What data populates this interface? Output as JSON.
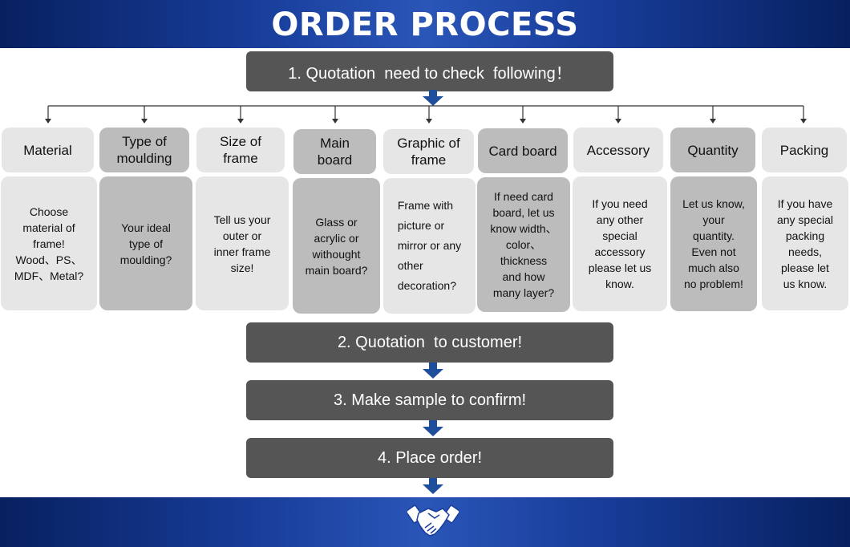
{
  "header": {
    "title": "ORDER PROCESS"
  },
  "steps": [
    "1. Quotation  need to check  following！",
    "2. Quotation  to customer!",
    "3. Make sample to confirm!",
    "4. Place order!"
  ],
  "items": [
    {
      "title": "Material",
      "text": "Choose\nmaterial of\nframe!\nWood、PS、\nMDF、Metal?"
    },
    {
      "title": "Type of\nmoulding",
      "text": "Your ideal\ntype of\nmoulding?"
    },
    {
      "title": "Size of\nframe",
      "text": "Tell us your\nouter or\ninner frame\nsize!"
    },
    {
      "title": "Main\nboard",
      "text": "Glass or\nacrylic or\nwithought\nmain board?"
    },
    {
      "title": "Graphic of\nframe",
      "text": "Frame with\npicture or\nmirror or any\nother\ndecoration?"
    },
    {
      "title": "Card board",
      "text": "If need card\nboard, let us\nknow width、\ncolor、\nthickness\nand how\nmany layer?"
    },
    {
      "title": "Accessory",
      "text": "If you need\nany other\nspecial\naccessory\nplease let us\nknow."
    },
    {
      "title": "Quantity",
      "text": "Let us know,\nyour\nquantity.\nEven not\nmuch also\nno problem!"
    },
    {
      "title": "Packing",
      "text": "If you have\nany special\npacking\nneeds,\nplease let\nus know."
    }
  ],
  "colors": {
    "banner": "#183d9a",
    "step_box": "#555555",
    "arrow": "#1f4e9c",
    "light_box": "#e6e6e6",
    "dark_box": "#bcbcbc"
  },
  "icons": {
    "footer": "handshake-icon"
  }
}
